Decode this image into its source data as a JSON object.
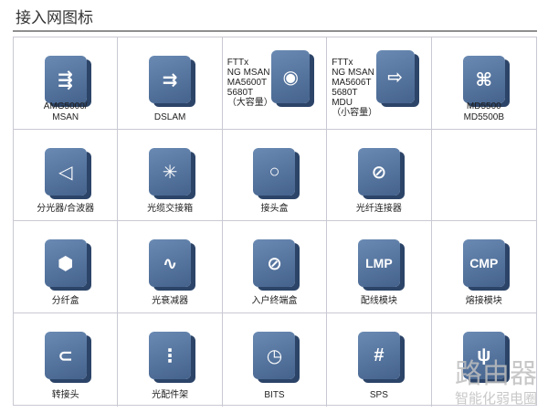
{
  "header": {
    "title": "接入网图标"
  },
  "cells": [
    {
      "label": "AMG5000/\nMSAN",
      "icon": "phone-arrows-icon",
      "glyph": "⇶"
    },
    {
      "label": "DSLAM",
      "icon": "dslam-arrows-icon",
      "glyph": "⇉"
    },
    {
      "label": "FTTx\nNG MSAN\nMA5600T\n5680T\n（大容量）",
      "icon": "olt-large-icon",
      "glyph": "◉",
      "side": true
    },
    {
      "label": "FTTx\nNG MSAN\nMA5606T\n5680T\nMDU\n（小容量）",
      "icon": "mdu-small-icon",
      "glyph": "⇨",
      "side": true
    },
    {
      "label": "MD5500\nMD5500B",
      "icon": "md5500-icon",
      "glyph": "⌘"
    },
    {
      "label": "分光器/合波器",
      "icon": "splitter-icon",
      "glyph": "◁"
    },
    {
      "label": "光缆交接箱",
      "icon": "cable-cross-box-icon",
      "glyph": "✳"
    },
    {
      "label": "接头盒",
      "icon": "joint-box-icon",
      "glyph": "○"
    },
    {
      "label": "光纤连接器",
      "icon": "fiber-connector-icon",
      "glyph": "⊘"
    },
    {
      "label": "",
      "icon": "",
      "glyph": ""
    },
    {
      "label": "分纤盒",
      "icon": "fiber-distribution-box-icon",
      "glyph": "⬢"
    },
    {
      "label": "光衰减器",
      "icon": "attenuator-icon",
      "glyph": "∿"
    },
    {
      "label": "入户终端盒",
      "icon": "terminal-box-icon",
      "glyph": "⊘"
    },
    {
      "label": "配线模块",
      "icon": "lmp-module-icon",
      "glyph": "LMP",
      "text": true
    },
    {
      "label": "熔接模块",
      "icon": "cmp-module-icon",
      "glyph": "CMP",
      "text": true
    },
    {
      "label": "转接头",
      "icon": "adapter-icon",
      "glyph": "⊂"
    },
    {
      "label": "光配件架",
      "icon": "odf-rack-icon",
      "glyph": "⋮"
    },
    {
      "label": "BITS",
      "icon": "clock-icon",
      "glyph": "◷"
    },
    {
      "label": "SPS",
      "icon": "sps-cross-icon",
      "glyph": "#"
    },
    {
      "label": "",
      "icon": "speaker-fork-icon",
      "glyph": "ψ"
    }
  ],
  "watermark": {
    "line1": "路由器",
    "line2": "智能化弱电圈"
  }
}
